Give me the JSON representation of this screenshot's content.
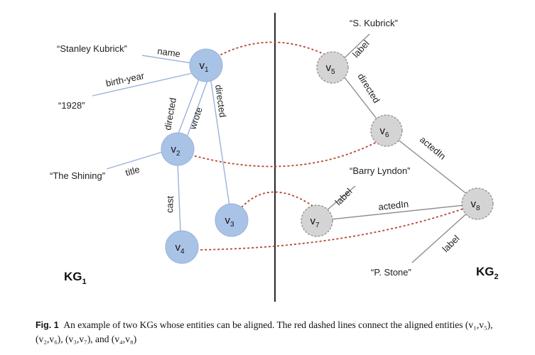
{
  "kg1": {
    "title_main": "KG",
    "title_sub": "1",
    "literals": {
      "stanley": "“Stanley Kubrick”",
      "year": "“1928”",
      "shining": "“The Shining”"
    },
    "edges": {
      "name": "name",
      "birth_year": "birth-year",
      "title": "title",
      "v1v2_directed": "directed",
      "v2v1_wrote": "wrote",
      "v1v3_directed": "directed",
      "cast": "cast"
    },
    "nodes": {
      "v1": {
        "main": "v",
        "sub": "1"
      },
      "v2": {
        "main": "v",
        "sub": "2"
      },
      "v3": {
        "main": "v",
        "sub": "3"
      },
      "v4": {
        "main": "v",
        "sub": "4"
      }
    }
  },
  "kg2": {
    "title_main": "KG",
    "title_sub": "2",
    "literals": {
      "skubrick": "“S. Kubrick”",
      "barry": "“Barry Lyndon”",
      "pstone": "“P. Stone”"
    },
    "edges": {
      "v5_label": "label",
      "v5v6_directed": "directed",
      "v6v8_actedin": "actedIn",
      "v7_label": "label",
      "v7v8_actedin": "actedIn",
      "v8_label": "label"
    },
    "nodes": {
      "v5": {
        "main": "v",
        "sub": "5"
      },
      "v6": {
        "main": "v",
        "sub": "6"
      },
      "v7": {
        "main": "v",
        "sub": "7"
      },
      "v8": {
        "main": "v",
        "sub": "8"
      }
    }
  },
  "caption": {
    "label": "Fig. 1",
    "text": "An example of two KGs whose entities can be aligned. The red dashed lines connect the aligned entities (v₁,v₅), (v₂,v₆), (v₃,v₇), and (v₄,v₈)"
  },
  "colors": {
    "kg1_node_fill": "#a9c3e6",
    "kg2_node_fill": "#d4d4d4",
    "alignment_line": "#b5452f",
    "edge_kg1": "#9ab2d8",
    "edge_kg2": "#888888"
  }
}
